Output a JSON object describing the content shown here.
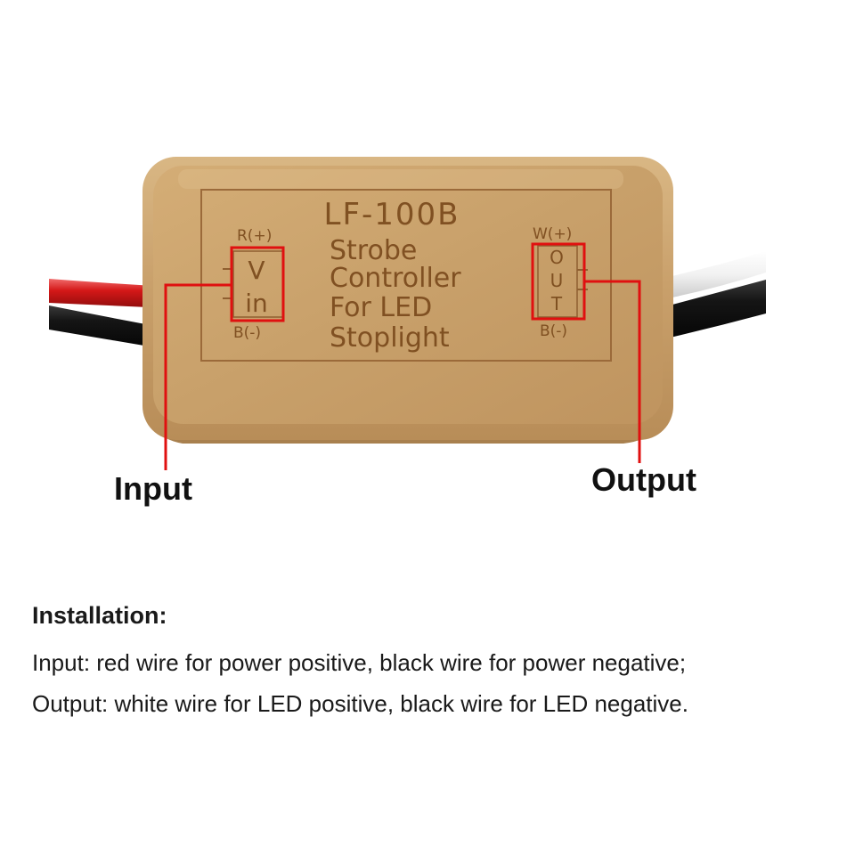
{
  "device": {
    "model": "LF-100B",
    "description_lines": [
      "Strobe",
      "Controller",
      "For LED",
      "Stoplight"
    ],
    "input_pins": {
      "positive": "R(+)",
      "negative": "B(-)",
      "box_top": "V",
      "box_bottom": "in"
    },
    "output_pins": {
      "positive": "W(+)",
      "negative": "B(-)",
      "box_letters": [
        "O",
        "U",
        "T"
      ]
    }
  },
  "callouts": {
    "input": "Input",
    "output": "Output"
  },
  "installation": {
    "heading": "Installation:",
    "lines": [
      "Input: red wire for power positive, black wire for power negative;",
      "Output: white wire for LED positive, black wire for LED negative."
    ]
  },
  "colors": {
    "housing_gold": "#c49a63",
    "engraving": "#7a4a1c",
    "highlight_red": "#e01010",
    "wire_red": "#d41818",
    "wire_black": "#151515",
    "wire_white": "#f4f4f4"
  }
}
